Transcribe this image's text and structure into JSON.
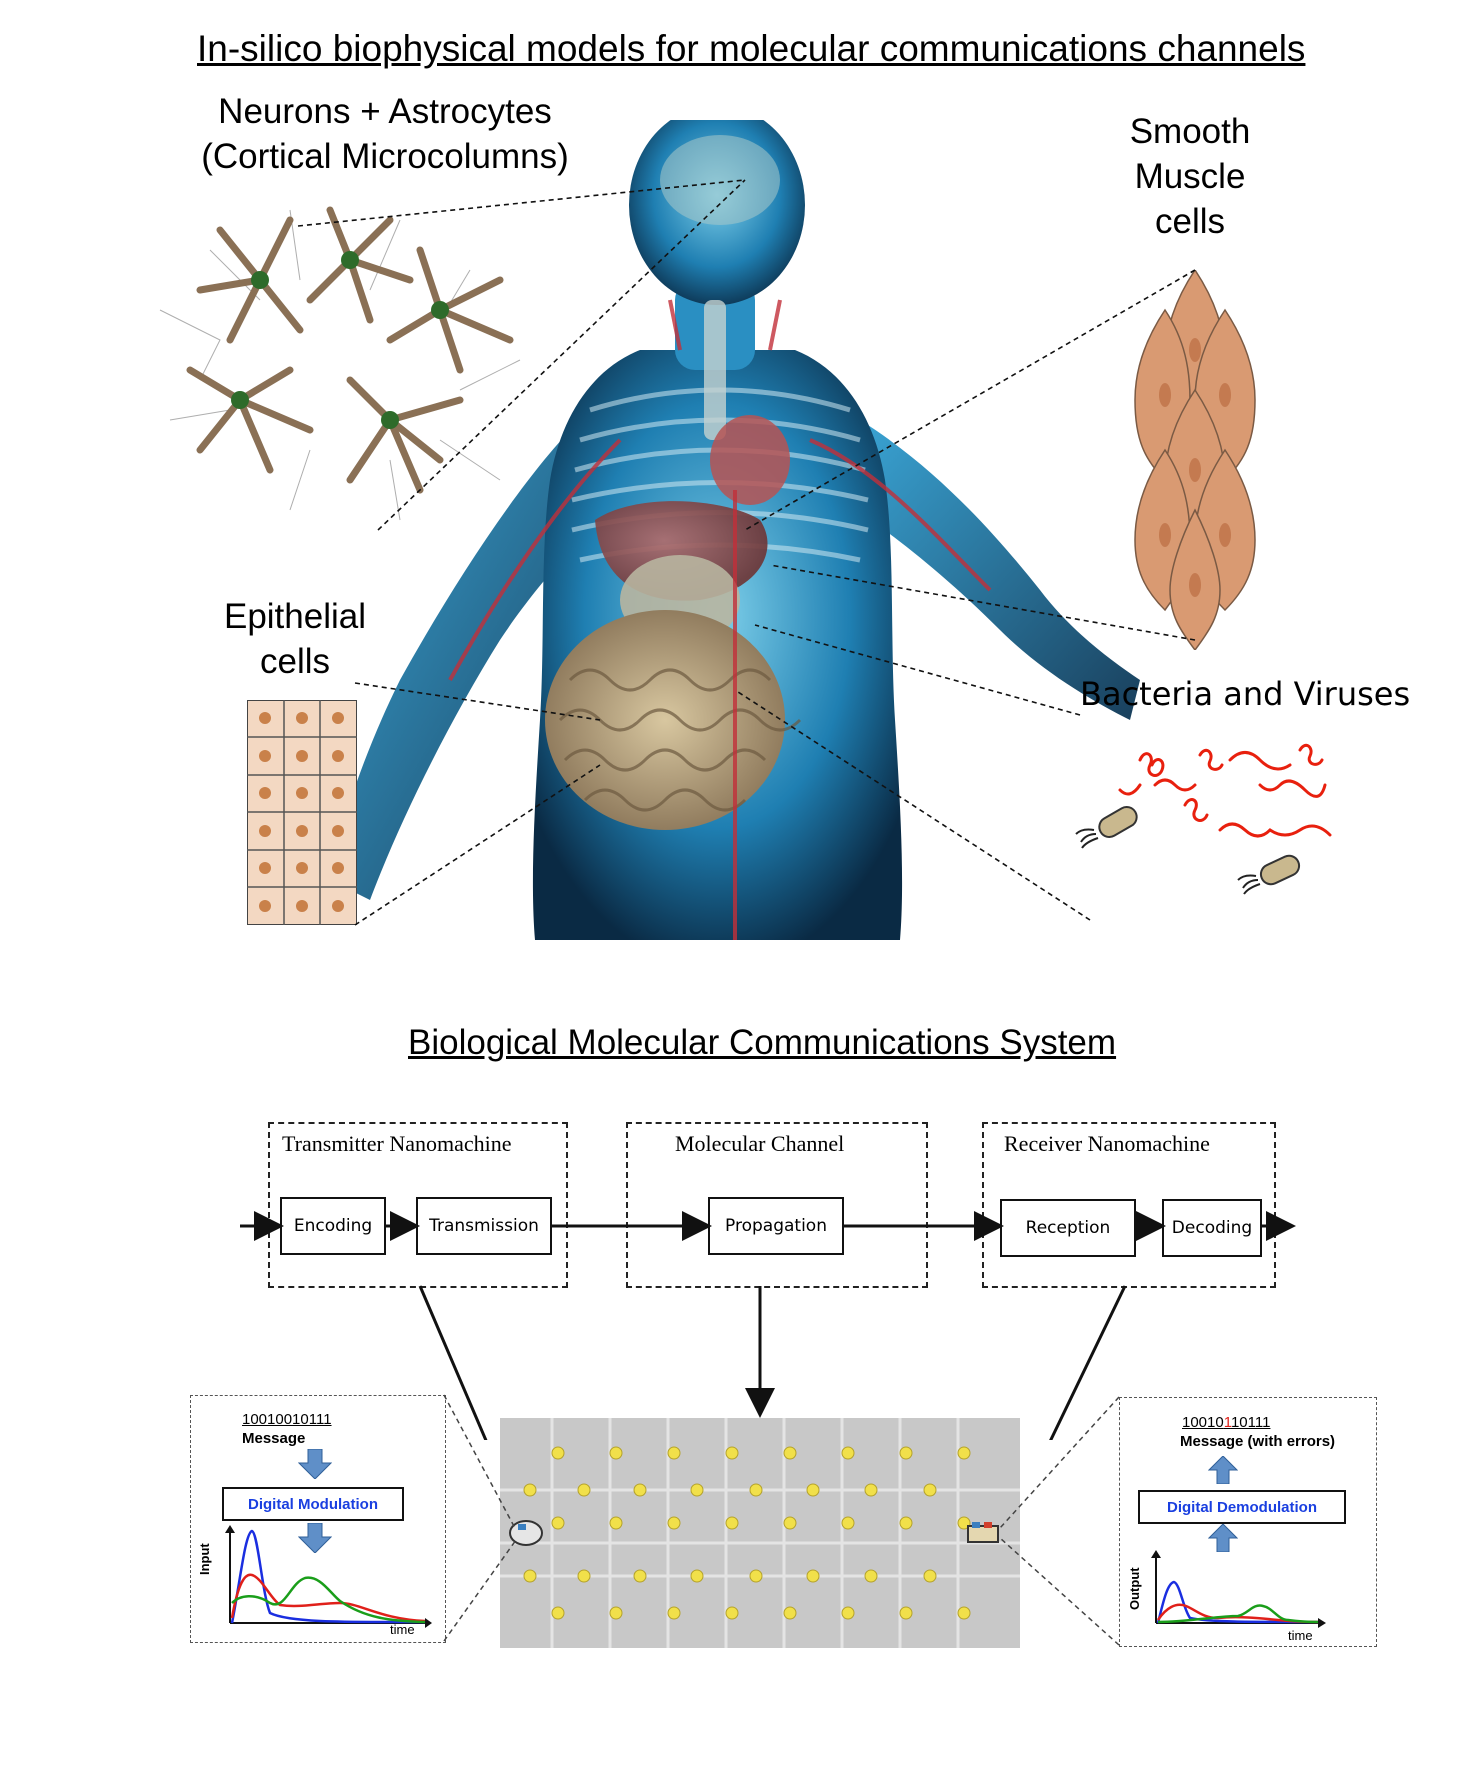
{
  "top_title": "In-silico biophysical models for molecular communications channels",
  "labels": {
    "neurons_line1": "Neurons + Astrocytes",
    "neurons_line2": "(Cortical Microcolumns)",
    "smooth_line1": "Smooth",
    "smooth_line2": "Muscle",
    "smooth_line3": "cells",
    "epithelial_line1": "Epithelial",
    "epithelial_line2": "cells",
    "bacteria": "Bacteria and Viruses"
  },
  "bottom_title": "Biological Molecular Communications System",
  "system": {
    "transmitter": "Transmitter Nanomachine",
    "channel": "Molecular Channel",
    "receiver": "Receiver Nanomachine",
    "blocks": {
      "encoding": "Encoding",
      "transmission": "Transmission",
      "propagation": "Propagation",
      "reception": "Reception",
      "decoding": "Decoding"
    }
  },
  "left_inset": {
    "bits": "10010010111",
    "message": "Message",
    "modulation": "Digital Modulation",
    "ylabel": "Input",
    "xlabel": "time"
  },
  "right_inset": {
    "bits_a": "10010",
    "bits_err": "1",
    "bits_b": "10111",
    "message": "Message (with errors)",
    "demodulation": "Digital Demodulation",
    "ylabel": "Output",
    "xlabel": "time"
  },
  "colors": {
    "body_glow": "#2aa9d8",
    "modulation_text": "#1a3fe0",
    "arrow_blue": "#3f7fc0",
    "bacteria_red": "#e8200e",
    "cell_orange": "#d9956a"
  }
}
